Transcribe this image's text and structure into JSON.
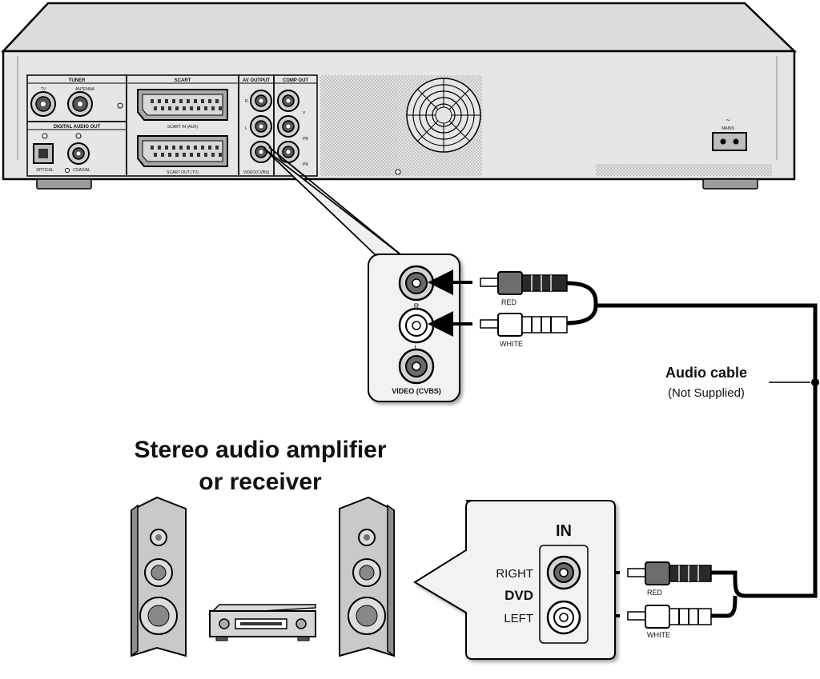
{
  "player_rear_panel": {
    "groups": {
      "tuner": "TUNER",
      "scart": "SCART",
      "av_output": "AV  OUTPUT",
      "comp_out": "COMP OUT",
      "digital_audio_out": "DIGITAL AUDIO  OUT"
    },
    "labels": {
      "tv": "TV",
      "antenna": "ANTENNA",
      "optical": "OPTICAL",
      "coaxial": "COAXIAL",
      "scart_in": "SCART IN (AUX)",
      "scart_out": "SCART OUT (TV)",
      "r": "R",
      "l": "L",
      "video_cvbs": "VIDEO(CVBS)",
      "y": "Y",
      "pb": "PB",
      "pr": "PR",
      "mains": "MAINS",
      "mains_symbol": "~"
    }
  },
  "zoom_panel": {
    "r": "R",
    "l": "L",
    "video": "VIDEO (CVBS)"
  },
  "cable": {
    "title": "Audio cable",
    "note": "(Not Supplied)",
    "plug_top_red": "RED",
    "plug_top_white": "WHITE",
    "plug_bottom_red": "RED",
    "plug_bottom_white": "WHITE"
  },
  "amplifier": {
    "title_line1": "Stereo audio amplifier",
    "title_line2": "or receiver"
  },
  "amp_panel": {
    "in": "IN",
    "right": "RIGHT",
    "dvd": "DVD",
    "left": "LEFT"
  }
}
